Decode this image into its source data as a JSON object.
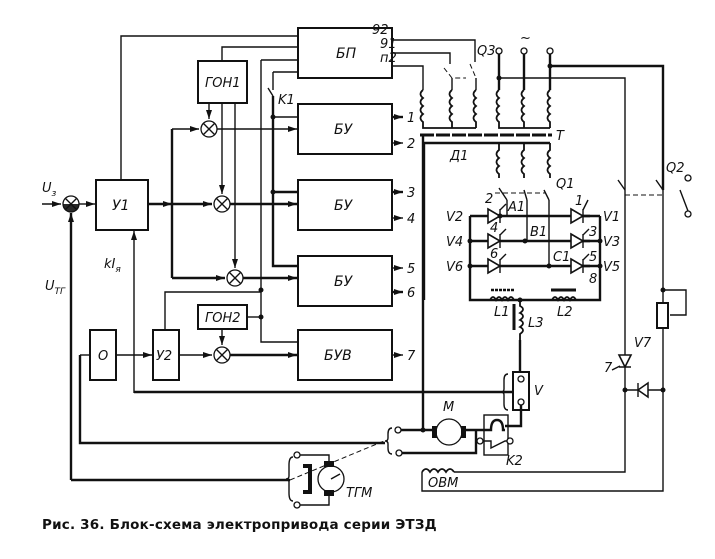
{
  "caption": "Рис. 36. Блок-схема электропривода серии ЭТЗД",
  "blocks": {
    "bp": "БП",
    "gon1": "ГОН1",
    "bu1": "БУ",
    "bu2": "БУ",
    "bu3": "БУ",
    "gon2": "ГОН2",
    "buv": "БУВ",
    "u1": "У1",
    "u2": "У2",
    "o": "О"
  },
  "signals": {
    "u_z": "U",
    "u_z_sub": "з",
    "u_tg": "U",
    "u_tg_sub": "ТГ",
    "k_ia": "kI",
    "k_ia_sub": "я"
  },
  "outputs": [
    "1",
    "2",
    "3",
    "4",
    "5",
    "6",
    "7"
  ],
  "bp_outputs": [
    "92",
    "91",
    "п2"
  ],
  "power": {
    "q3": "Q3",
    "ac": "~",
    "t": "T",
    "d1": "Д1",
    "q1": "Q1",
    "q2": "Q2",
    "a1": "A1",
    "b1": "B1",
    "c1": "C1",
    "l1": "L1",
    "l2": "L2",
    "l3": "L3",
    "v": "V",
    "v7": "V7",
    "m": "M",
    "k1": "K1",
    "k2": "K2",
    "ttm": "ТГМ",
    "ovm": "ОВМ"
  },
  "thyristors": {
    "left": [
      "V2",
      "V4",
      "V6"
    ],
    "right": [
      "V1",
      "V3",
      "V5"
    ],
    "gates_left": [
      "2",
      "4",
      "6"
    ],
    "gates_right": [
      "1",
      "3",
      "5"
    ],
    "extra_gate": "8",
    "v7_gate": "7"
  }
}
